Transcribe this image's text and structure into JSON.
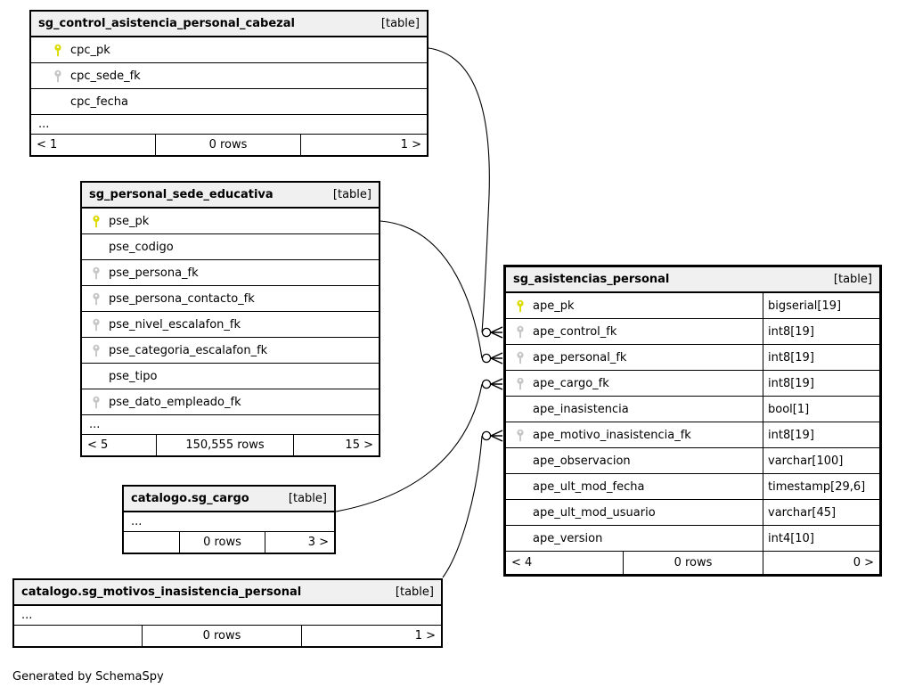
{
  "caption": "Generated by SchemaSpy",
  "colors": {
    "pk_icon": "#dbdb00",
    "fk_icon": "#c6c6c6",
    "header_bg": "#f0f0f0",
    "border": "#000000"
  },
  "tables": [
    {
      "title": "sg_control_asistencia_personal_cabezal",
      "badge": "[table]",
      "columns": [
        {
          "name": "cpc_pk",
          "key": "pk"
        },
        {
          "name": "cpc_sede_fk",
          "key": "fk"
        },
        {
          "name": "cpc_fecha",
          "key": ""
        }
      ],
      "ellipsis": "...",
      "footer": {
        "left": "< 1",
        "center": "0 rows",
        "right": "1 >"
      }
    },
    {
      "title": "sg_personal_sede_educativa",
      "badge": "[table]",
      "columns": [
        {
          "name": "pse_pk",
          "key": "pk"
        },
        {
          "name": "pse_codigo",
          "key": ""
        },
        {
          "name": "pse_persona_fk",
          "key": "fk"
        },
        {
          "name": "pse_persona_contacto_fk",
          "key": "fk"
        },
        {
          "name": "pse_nivel_escalafon_fk",
          "key": "fk"
        },
        {
          "name": "pse_categoria_escalafon_fk",
          "key": "fk"
        },
        {
          "name": "pse_tipo",
          "key": ""
        },
        {
          "name": "pse_dato_empleado_fk",
          "key": "fk"
        }
      ],
      "ellipsis": "...",
      "footer": {
        "left": "< 5",
        "center": "150,555 rows",
        "right": "15 >"
      }
    },
    {
      "title": "catalogo.sg_cargo",
      "badge": "[table]",
      "columns": [],
      "ellipsis": "...",
      "footer": {
        "left": "",
        "center": "0 rows",
        "right": "3 >"
      }
    },
    {
      "title": "catalogo.sg_motivos_inasistencia_personal",
      "badge": "[table]",
      "columns": [],
      "ellipsis": "...",
      "footer": {
        "left": "",
        "center": "0 rows",
        "right": "1 >"
      }
    },
    {
      "title": "sg_asistencias_personal",
      "badge": "[table]",
      "columns": [
        {
          "name": "ape_pk",
          "key": "pk",
          "type": "bigserial[19]"
        },
        {
          "name": "ape_control_fk",
          "key": "fk",
          "type": "int8[19]"
        },
        {
          "name": "ape_personal_fk",
          "key": "fk",
          "type": "int8[19]"
        },
        {
          "name": "ape_cargo_fk",
          "key": "fk",
          "type": "int8[19]"
        },
        {
          "name": "ape_inasistencia",
          "key": "",
          "type": "bool[1]"
        },
        {
          "name": "ape_motivo_inasistencia_fk",
          "key": "fk",
          "type": "int8[19]"
        },
        {
          "name": "ape_observacion",
          "key": "",
          "type": "varchar[100]"
        },
        {
          "name": "ape_ult_mod_fecha",
          "key": "",
          "type": "timestamp[29,6]"
        },
        {
          "name": "ape_ult_mod_usuario",
          "key": "",
          "type": "varchar[45]"
        },
        {
          "name": "ape_version",
          "key": "",
          "type": "int4[10]"
        }
      ],
      "ellipsis": "",
      "footer": {
        "left": "< 4",
        "center": "0 rows",
        "right": "0 >"
      }
    }
  ],
  "relationships": [
    {
      "from_table": "sg_control_asistencia_personal_cabezal",
      "from_column": "cpc_pk",
      "to_table": "sg_asistencias_personal",
      "to_column": "ape_control_fk"
    },
    {
      "from_table": "sg_personal_sede_educativa",
      "from_column": "pse_pk",
      "to_table": "sg_asistencias_personal",
      "to_column": "ape_personal_fk"
    },
    {
      "from_table": "catalogo.sg_cargo",
      "to_table": "sg_asistencias_personal",
      "to_column": "ape_cargo_fk"
    },
    {
      "from_table": "catalogo.sg_motivos_inasistencia_personal",
      "to_table": "sg_asistencias_personal",
      "to_column": "ape_motivo_inasistencia_fk"
    }
  ]
}
